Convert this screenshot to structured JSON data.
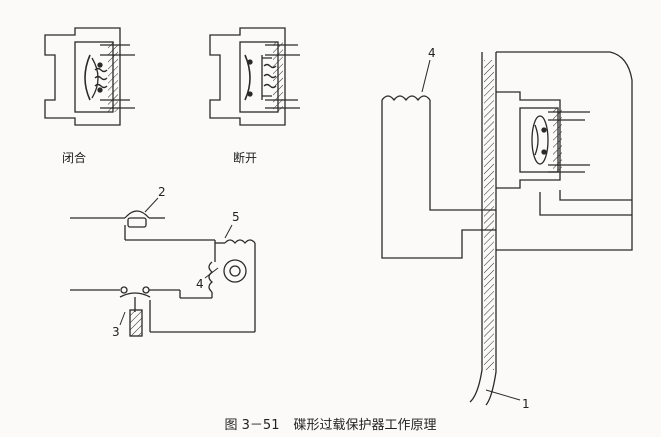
{
  "states": {
    "closed": "闭合",
    "open": "断开"
  },
  "callouts": {
    "c1": "1",
    "c2": "2",
    "c3": "3",
    "c4_left": "4",
    "c4_right": "4",
    "c5": "5"
  },
  "caption": {
    "figure_number": "图 3－51",
    "title": "碟形过载保护器工作原理"
  },
  "colors": {
    "ink": "#2a2a2a",
    "background": "#fbfaf8"
  }
}
